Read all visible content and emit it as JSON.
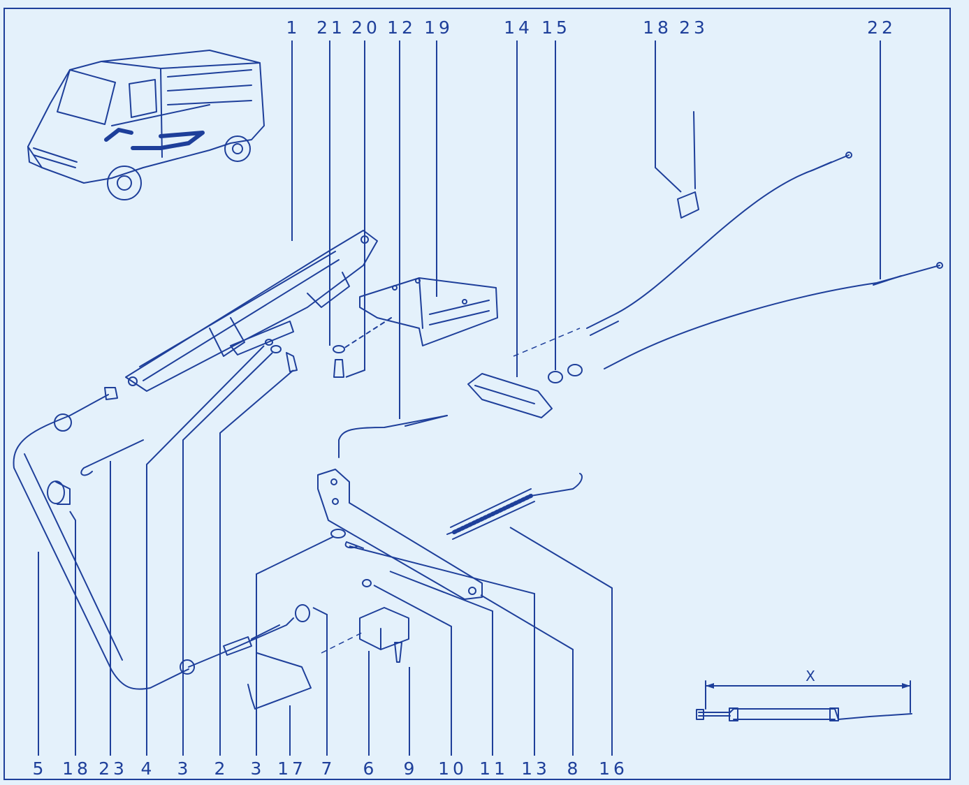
{
  "diagram": {
    "top_labels": [
      "1",
      "21",
      "20",
      "12",
      "19",
      "14",
      "15",
      "18",
      "23",
      "22"
    ],
    "bottom_labels": [
      "5",
      "18",
      "23",
      "4",
      "3",
      "2",
      "3",
      "17",
      "7",
      "6",
      "9",
      "10",
      "11",
      "13",
      "8",
      "16"
    ],
    "dimension_label": "X",
    "line_color": "#1e3f9a",
    "background_color": "#e4f1fb"
  }
}
